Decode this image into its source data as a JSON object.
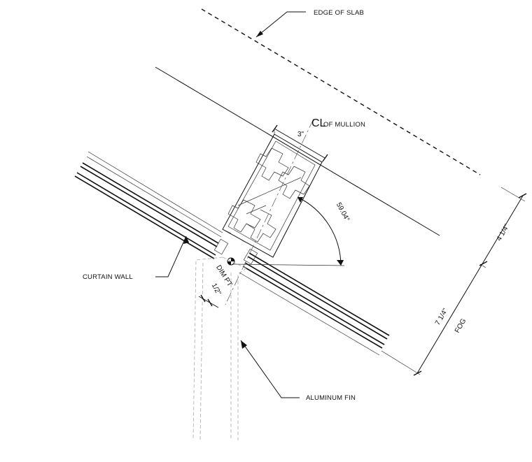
{
  "labels": {
    "edge_of_slab": "EDGE OF SLAB",
    "centerline_symbol": "CL",
    "of_mullion": "OF MULLION",
    "curtain_wall": "CURTAIN WALL",
    "dim_pt": "DIM PT",
    "aluminum_fin": "ALUMINUM FIN",
    "fog": "FOG"
  },
  "dimensions": {
    "mullion_width": "3\"",
    "fin_offset": "1/2\"",
    "angle": "59.04°",
    "dim_upper": "4 1/4\"",
    "dim_lower": "7 1/4\""
  }
}
